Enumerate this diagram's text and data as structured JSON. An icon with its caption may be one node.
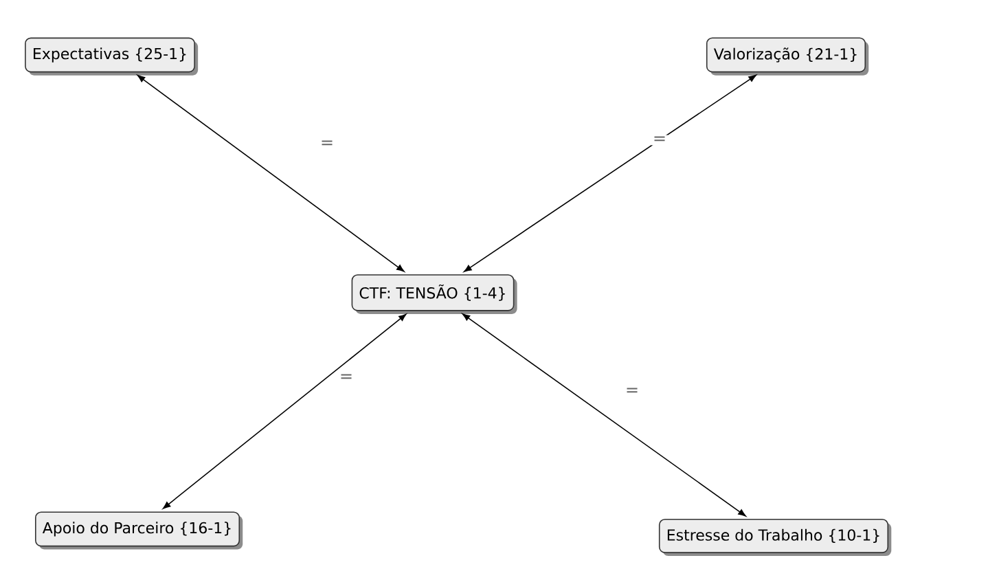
{
  "diagram": {
    "nodes": [
      {
        "text": [
          "Expectativas {25-1}"
        ]
      },
      {
        "text": [
          "Valorização {21-1}"
        ]
      },
      {
        "text": [
          "CTF: TENSÃO {1-4}"
        ]
      },
      {
        "text": [
          "Apoio do Parceiro {16-1}"
        ]
      },
      {
        "text": [
          "Estresse do Trabalho {10-1}"
        ]
      }
    ],
    "edges": [
      {
        "from": 0,
        "to": 2,
        "arrow": "both",
        "label": "="
      },
      {
        "from": 1,
        "to": 2,
        "arrow": "both",
        "label": "="
      },
      {
        "from": 2,
        "to": 3,
        "arrow": "both",
        "label": "="
      },
      {
        "from": 2,
        "to": 4,
        "arrow": "both",
        "label": "="
      }
    ]
  }
}
